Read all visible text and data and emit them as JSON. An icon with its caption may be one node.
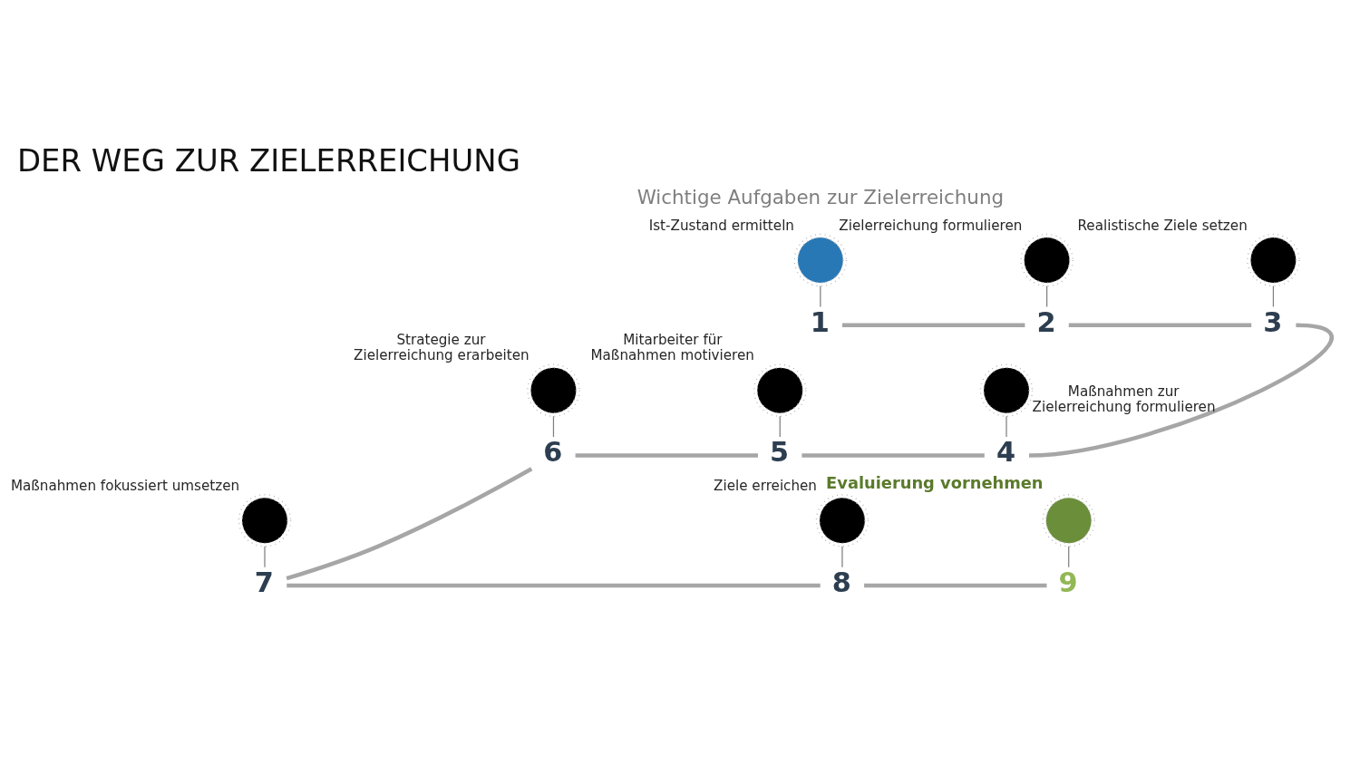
{
  "diagram": {
    "title": "DER WEG ZUR ZIELERREICHUNG",
    "nodes": [
      {
        "text": [],
        "shape": "circle",
        "beside": [
          "Ist-Zustand ermitteln"
        ]
      },
      {
        "text": [
          "1"
        ]
      },
      {
        "text": [],
        "shape": "circle",
        "beside": [
          "Zielerreichung formulieren"
        ]
      },
      {
        "text": [
          "2"
        ]
      },
      {
        "text": [],
        "shape": "circle",
        "beside": [
          "Realistische Ziele setzen"
        ]
      },
      {
        "text": [
          "3"
        ]
      },
      {
        "text": [],
        "shape": "circle",
        "beside": [
          "Maßnahmen zur Zielerreichung formulieren"
        ]
      },
      {
        "text": [
          "4"
        ]
      },
      {
        "text": [],
        "shape": "circle",
        "beside": [
          "Mitarbeiter für Maßnahmen motivieren"
        ]
      },
      {
        "text": [
          "5"
        ]
      },
      {
        "text": [],
        "shape": "circle",
        "beside": [
          "Strategie zur Zielerreichung erarbeiten"
        ]
      },
      {
        "text": [
          "6"
        ]
      },
      {
        "text": [],
        "shape": "circle",
        "beside": [
          "Maßnahmen fokussiert umsetzen"
        ]
      },
      {
        "text": [
          "7"
        ]
      },
      {
        "text": [],
        "shape": "circle",
        "beside": [
          "Ziele erreichen"
        ]
      },
      {
        "text": [
          "8"
        ]
      },
      {
        "text": [],
        "shape": "circle",
        "beside": [
          "Evaluierung vornehmen"
        ]
      },
      {
        "text": [
          "9"
        ]
      }
    ],
    "edges": [
      {
        "from": 0,
        "to": 1,
        "arrow": "none"
      },
      {
        "from": 1,
        "to": 3,
        "arrow": "none",
        "style": "thick",
        "color": "#a6a6a6"
      },
      {
        "from": 2,
        "to": 3,
        "arrow": "none"
      },
      {
        "from": 3,
        "to": 5,
        "arrow": "none",
        "style": "thick",
        "color": "#a6a6a6"
      },
      {
        "from": 4,
        "to": 5,
        "arrow": "none"
      },
      {
        "from": 5,
        "to": 7,
        "arrow": "none",
        "style": "thick",
        "color": "#a6a6a6"
      },
      {
        "from": 6,
        "to": 7,
        "arrow": "none"
      },
      {
        "from": 9,
        "to": 7,
        "arrow": "none",
        "style": "thick",
        "color": "#a6a6a6"
      },
      {
        "from": 8,
        "to": 9,
        "arrow": "none"
      },
      {
        "from": 11,
        "to": 9,
        "arrow": "none",
        "style": "thick",
        "color": "#a6a6a6"
      },
      {
        "from": 10,
        "to": 11,
        "arrow": "none"
      },
      {
        "from": 11,
        "to": 13,
        "arrow": "none",
        "style": "thick",
        "color": "#a6a6a6"
      },
      {
        "from": 12,
        "to": 13,
        "arrow": "none"
      },
      {
        "from": 13,
        "to": 15,
        "arrow": "none",
        "style": "thick",
        "color": "#a6a6a6"
      },
      {
        "from": 14,
        "to": 15,
        "arrow": "none"
      },
      {
        "from": 15,
        "to": 17,
        "arrow": "none",
        "style": "thick",
        "color": "#a6a6a6"
      },
      {
        "from": 16,
        "to": 17,
        "arrow": "none"
      }
    ],
    "labels": [
      "Wichtige Aufgaben zur Zielerreichung"
    ]
  }
}
